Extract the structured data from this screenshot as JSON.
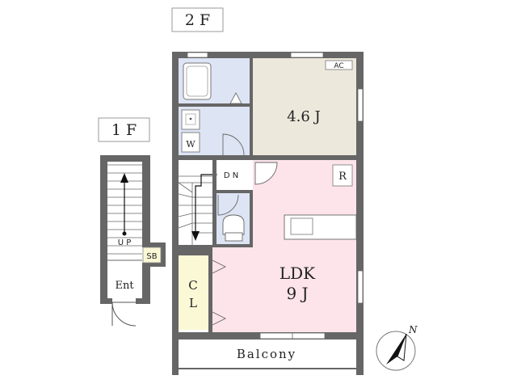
{
  "floors": {
    "first": {
      "label": "1 F"
    },
    "second": {
      "label": "2 F"
    }
  },
  "rooms": {
    "western": {
      "name": "4.6 J",
      "ac": "AC"
    },
    "ldk": {
      "line1": "LDK",
      "line2": "9 J"
    },
    "refrigerator": "R",
    "closet": {
      "line1": "C",
      "line2": "L"
    },
    "washer": "W",
    "balcony": "Balcony",
    "shoe_box": "SB",
    "entrance": "Ent"
  },
  "stairs": {
    "up": "U P",
    "down": "D N"
  },
  "compass": {
    "north": "N"
  },
  "colors": {
    "wall": "#666666",
    "western_room": "#ece8dc",
    "ldk": "#fce4ea",
    "bath": "#dde4f4",
    "closet": "#fbf8d6",
    "line": "#555555"
  }
}
